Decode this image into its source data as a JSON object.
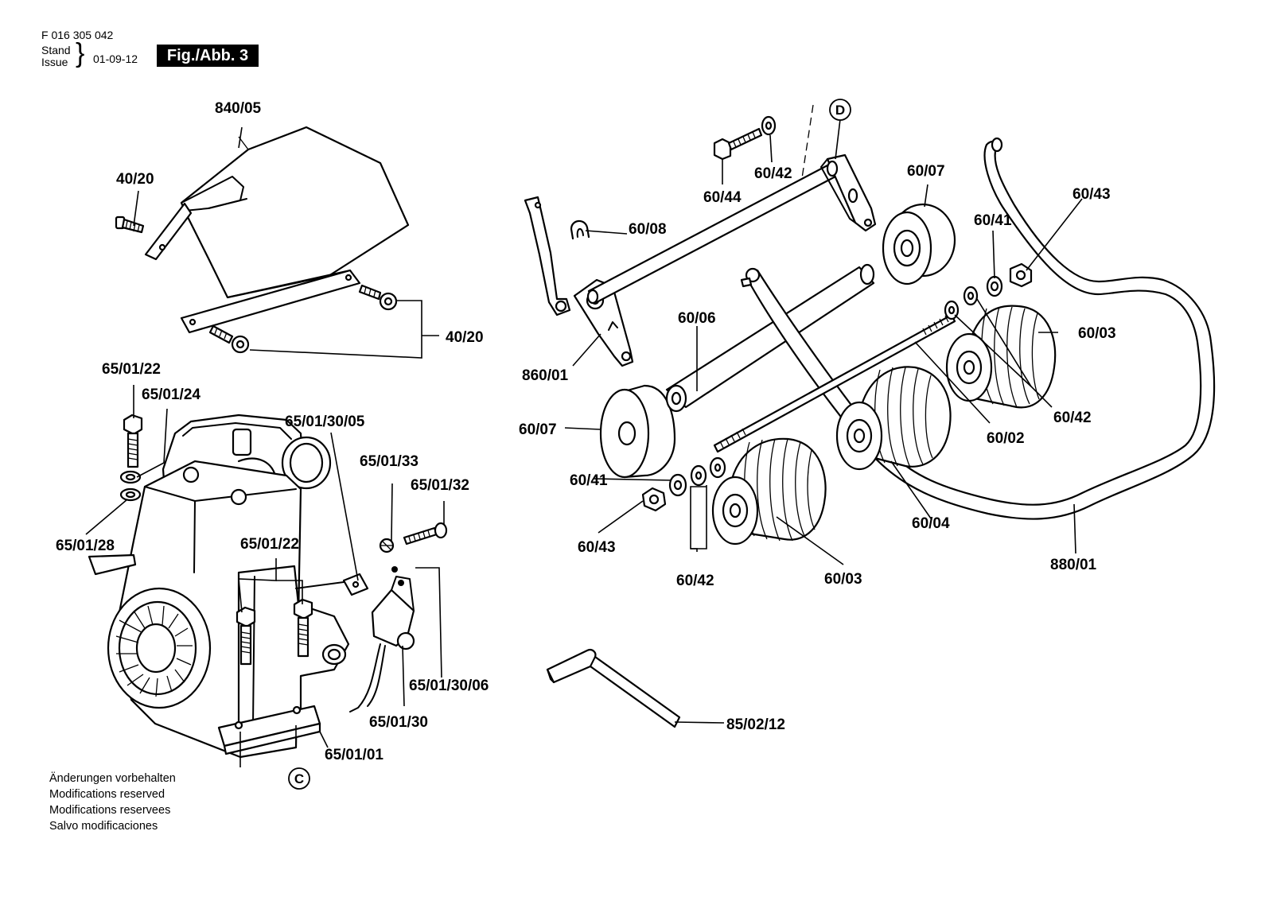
{
  "header": {
    "document_number": "F 016 305 042",
    "stand_label": "Stand",
    "issue_label": "Issue",
    "date": "01-09-12",
    "figure_label": "Fig./Abb. 3"
  },
  "notes": [
    "Änderungen vorbehalten",
    "Modifications reserved",
    "Modifications reservees",
    "Salvo modificaciones"
  ],
  "markers": {
    "c": "C",
    "d": "D"
  },
  "labels": {
    "l_840_05": "840/05",
    "l_40_20_a": "40/20",
    "l_40_20_b": "40/20",
    "l_65_01_22_a": "65/01/22",
    "l_65_01_24": "65/01/24",
    "l_65_01_28": "65/01/28",
    "l_65_01_30_05": "65/01/30/05",
    "l_65_01_33": "65/01/33",
    "l_65_01_32": "65/01/32",
    "l_65_01_22_b": "65/01/22",
    "l_65_01_30_06": "65/01/30/06",
    "l_65_01_30": "65/01/30",
    "l_65_01_01": "65/01/01",
    "l_60_44": "60/44",
    "l_60_42_top": "60/42",
    "l_60_08": "60/08",
    "l_860_01": "860/01",
    "l_60_07_top": "60/07",
    "l_60_41_top": "60/41",
    "l_60_43_top": "60/43",
    "l_60_06": "60/06",
    "l_60_03_right": "60/03",
    "l_60_42_right": "60/42",
    "l_60_02": "60/02",
    "l_60_07_left": "60/07",
    "l_60_41_left": "60/41",
    "l_60_43_left": "60/43",
    "l_60_42_bottom": "60/42",
    "l_60_03_bottom": "60/03",
    "l_60_04": "60/04",
    "l_880_01": "880/01",
    "l_85_02_12": "85/02/12"
  }
}
